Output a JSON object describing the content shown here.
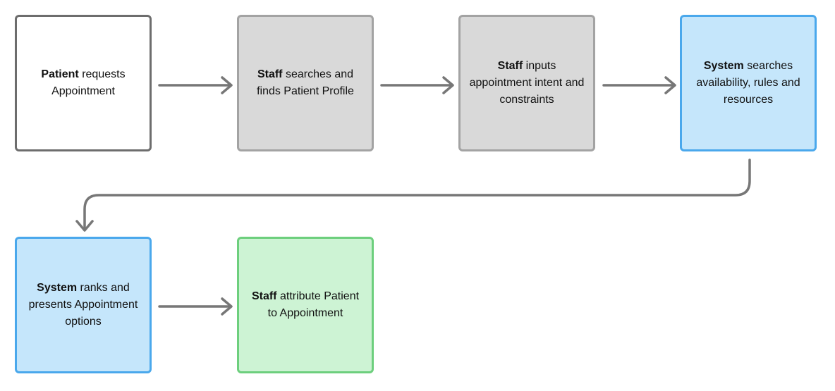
{
  "nodes": [
    {
      "id": "n1",
      "actor": "Patient",
      "text": "requests Appointment",
      "style": "white"
    },
    {
      "id": "n2",
      "actor": "Staff",
      "text": "searches and finds Patient Profile",
      "style": "gray"
    },
    {
      "id": "n3",
      "actor": "Staff",
      "text": "inputs appointment intent and constraints",
      "style": "gray"
    },
    {
      "id": "n4",
      "actor": "System",
      "text": "searches availability, rules and resources",
      "style": "blue"
    },
    {
      "id": "n5",
      "actor": "System",
      "text": "ranks and presents Appointment options",
      "style": "blue"
    },
    {
      "id": "n6",
      "actor": "Staff",
      "text": "attribute Patient to Appointment",
      "style": "green"
    }
  ],
  "edges": [
    {
      "from": "n1",
      "to": "n2"
    },
    {
      "from": "n2",
      "to": "n3"
    },
    {
      "from": "n3",
      "to": "n4"
    },
    {
      "from": "n4",
      "to": "n5"
    },
    {
      "from": "n5",
      "to": "n6"
    }
  ],
  "colors": {
    "arrow": "#777777",
    "white_fill": "#ffffff",
    "white_border": "#6d6d6d",
    "gray_fill": "#d9d9d9",
    "gray_border": "#a3a3a3",
    "blue_fill": "#c5e6fb",
    "blue_border": "#4aa8ec",
    "green_fill": "#cdf3d4",
    "green_border": "#6dcf7d"
  }
}
